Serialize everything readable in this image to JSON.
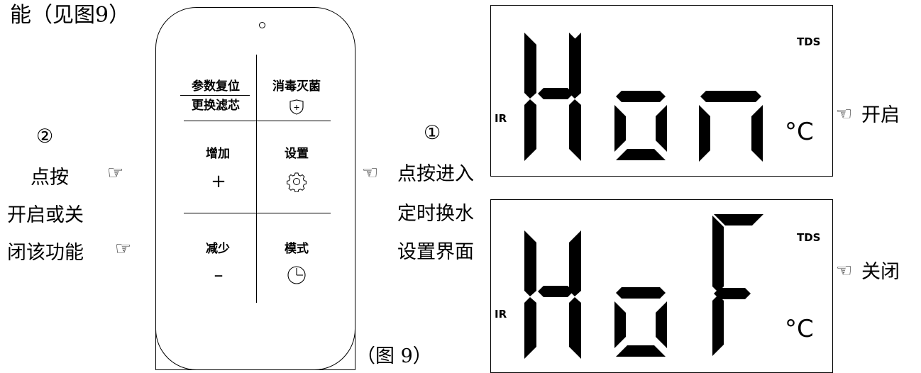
{
  "header_fragment": "能（见图9）",
  "left_instructions": {
    "step_number": "②",
    "line1": "点按",
    "line2": "开启或关",
    "line3": "闭该功能",
    "pointer_icon": "right-pointing-hand"
  },
  "remote": {
    "buttons": [
      {
        "top": "参数复位",
        "bottom": "更换滤芯",
        "id": "reset"
      },
      {
        "top": "消毒灭菌",
        "icon": "shield-plus-icon",
        "id": "sterilize"
      },
      {
        "top": "增加",
        "symbol": "+",
        "id": "increase"
      },
      {
        "top": "设置",
        "icon": "gear-icon",
        "id": "settings"
      },
      {
        "top": "减少",
        "symbol": "–",
        "id": "decrease"
      },
      {
        "top": "模式",
        "icon": "clock-icon",
        "id": "mode"
      }
    ]
  },
  "middle_instructions": {
    "step_number": "①",
    "line1": "点按进入",
    "line2": "定时换水",
    "line3": "设置界面",
    "pointer_icon": "left-pointing-hand"
  },
  "displays": [
    {
      "text": "Hon",
      "indicator_left": "IR",
      "indicator_top": "TDS",
      "unit": "°C",
      "caption": "开启"
    },
    {
      "text": "HoF",
      "indicator_left": "IR",
      "indicator_top": "TDS",
      "unit": "°C",
      "caption": "关闭"
    }
  ],
  "figure_caption": "（图 9）"
}
